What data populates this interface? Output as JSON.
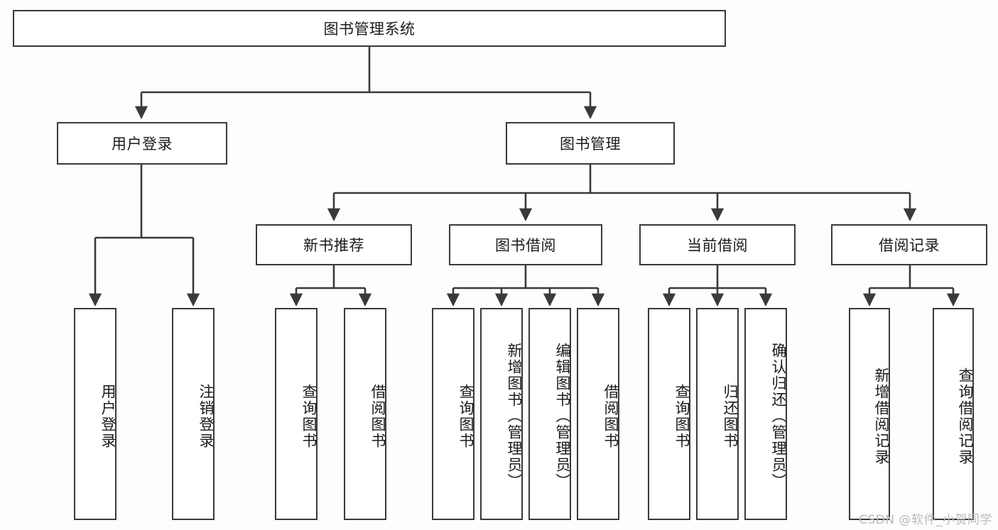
{
  "diagram": {
    "type": "tree",
    "title": "图书管理系统",
    "watermark": "CSDN @软件_小贺同学",
    "colors": {
      "stroke": "#3a3a3a",
      "fill": "#ffffff",
      "text": "#1b1b1b",
      "background": "#fdfdfd",
      "watermark": "#b9b9b9"
    },
    "root": {
      "label": "图书管理系统"
    },
    "level2": [
      {
        "label": "用户登录"
      },
      {
        "label": "图书管理"
      }
    ],
    "level3": [
      {
        "label": "新书推荐"
      },
      {
        "label": "图书借阅"
      },
      {
        "label": "当前借阅"
      },
      {
        "label": "借阅记录"
      }
    ],
    "leaves": {
      "user_login": [
        {
          "label": "用户登录"
        },
        {
          "label": "注销登录"
        }
      ],
      "new_book_recommend": [
        {
          "label": "查询图书"
        },
        {
          "label": "借阅图书"
        }
      ],
      "book_borrow": [
        {
          "label": "查询图书"
        },
        {
          "label": "新增图书（管理员）"
        },
        {
          "label": "编辑图书（管理员）"
        },
        {
          "label": "借阅图书"
        }
      ],
      "current_borrow": [
        {
          "label": "查询图书"
        },
        {
          "label": "归还图书"
        },
        {
          "label": "确认归还（管理员）"
        }
      ],
      "borrow_record": [
        {
          "label": "新增借阅记录"
        },
        {
          "label": "查询借阅记录"
        }
      ]
    }
  }
}
